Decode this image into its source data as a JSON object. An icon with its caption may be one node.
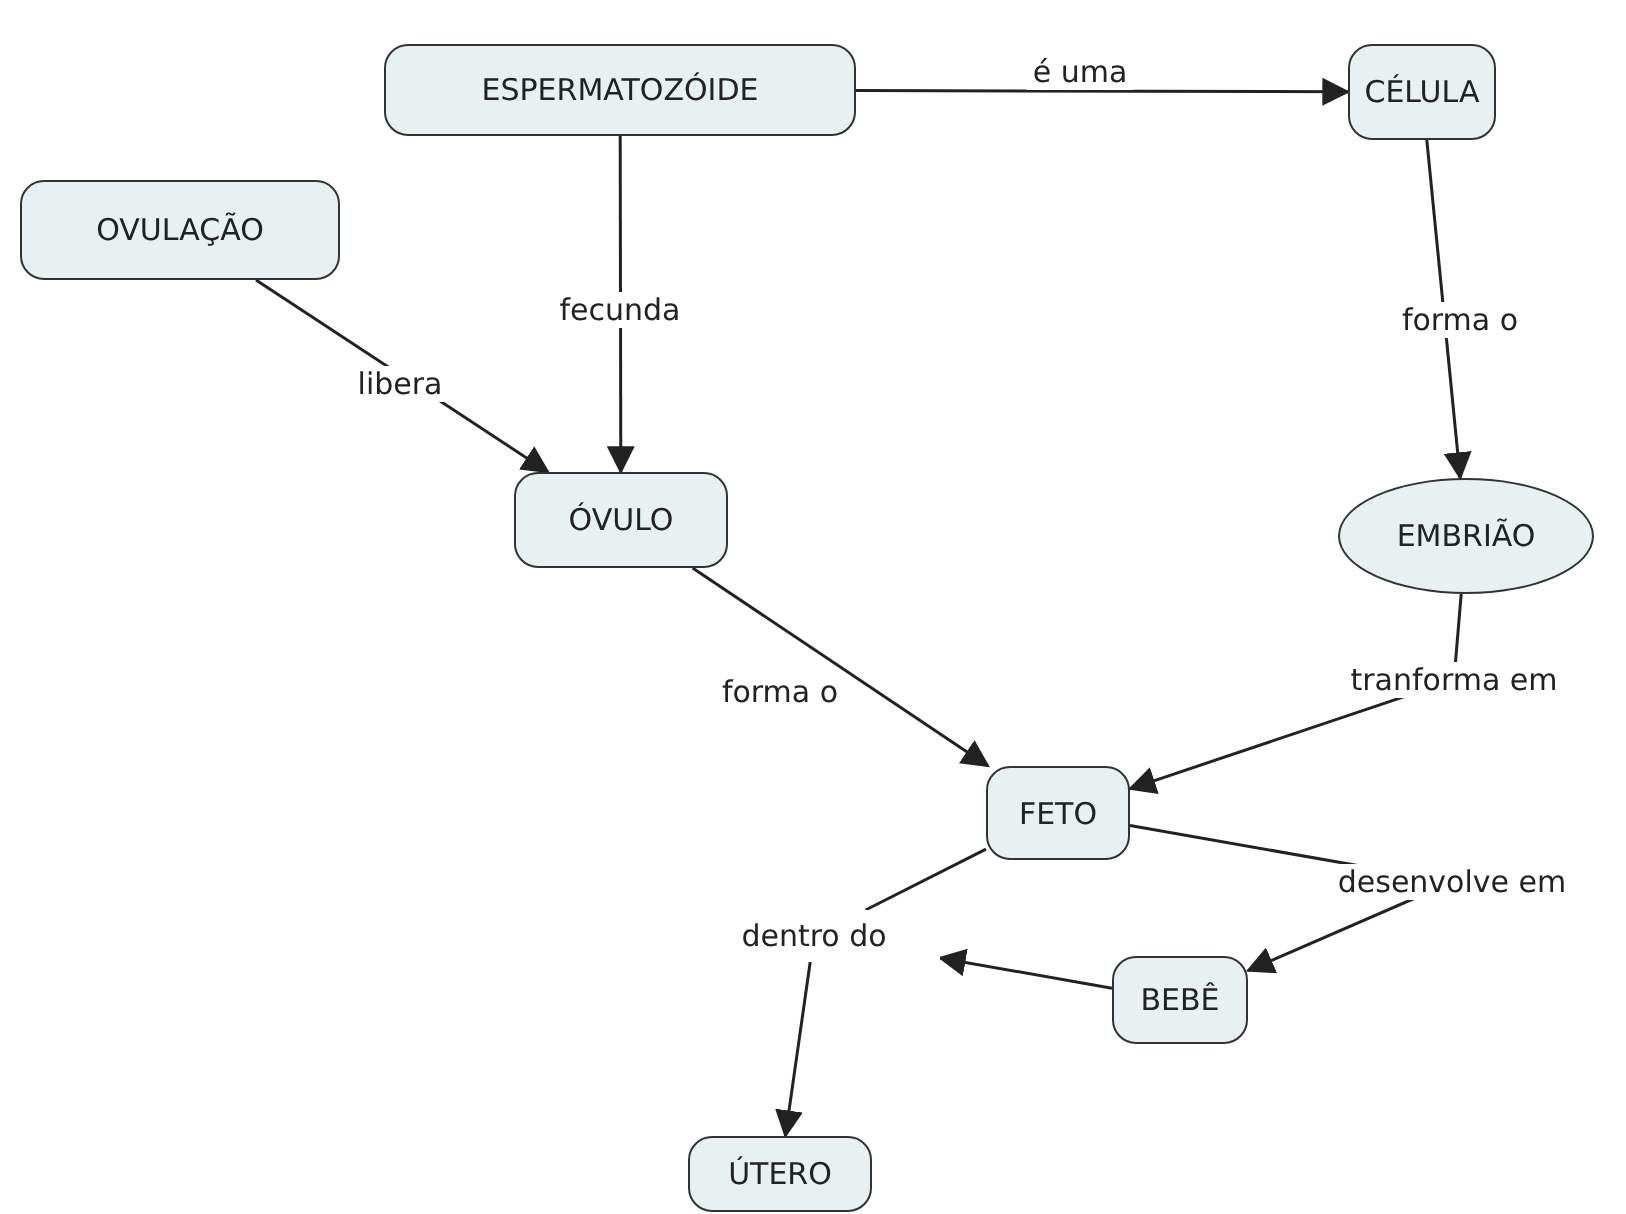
{
  "diagram": {
    "nodes": [
      {
        "text": [
          "ESPERMATOZÓIDE"
        ]
      },
      {
        "text": [
          "CÉLULA"
        ]
      },
      {
        "text": [
          "OVULAÇÃO"
        ]
      },
      {
        "text": [
          "ÓVULO"
        ]
      },
      {
        "text": [
          "EMBRIÃO"
        ]
      },
      {
        "text": [
          "FETO"
        ]
      },
      {
        "text": [
          "dentro do"
        ]
      },
      {
        "text": [
          "BEBÊ"
        ]
      },
      {
        "text": [
          "ÚTERO"
        ]
      }
    ],
    "edges": [
      {
        "from": 0,
        "to": 1,
        "arrow": "to",
        "label": "é uma"
      },
      {
        "from": 0,
        "to": 3,
        "arrow": "to",
        "label": "fecunda"
      },
      {
        "from": 2,
        "to": 3,
        "arrow": "to",
        "label": "libera"
      },
      {
        "from": 1,
        "to": 4,
        "arrow": "to",
        "label": "forma o"
      },
      {
        "from": 3,
        "to": 5,
        "arrow": "to",
        "label": "forma o"
      },
      {
        "from": 4,
        "to": 5,
        "arrow": "to",
        "label": "tranforma em"
      },
      {
        "from": 5,
        "to": 7,
        "arrow": "to",
        "label": "desenvolve em"
      },
      {
        "from": 5,
        "to": 6,
        "arrow": "none"
      },
      {
        "from": 6,
        "to": 8,
        "arrow": "to"
      },
      {
        "from": 7,
        "to": 6,
        "arrow": "to"
      }
    ]
  }
}
